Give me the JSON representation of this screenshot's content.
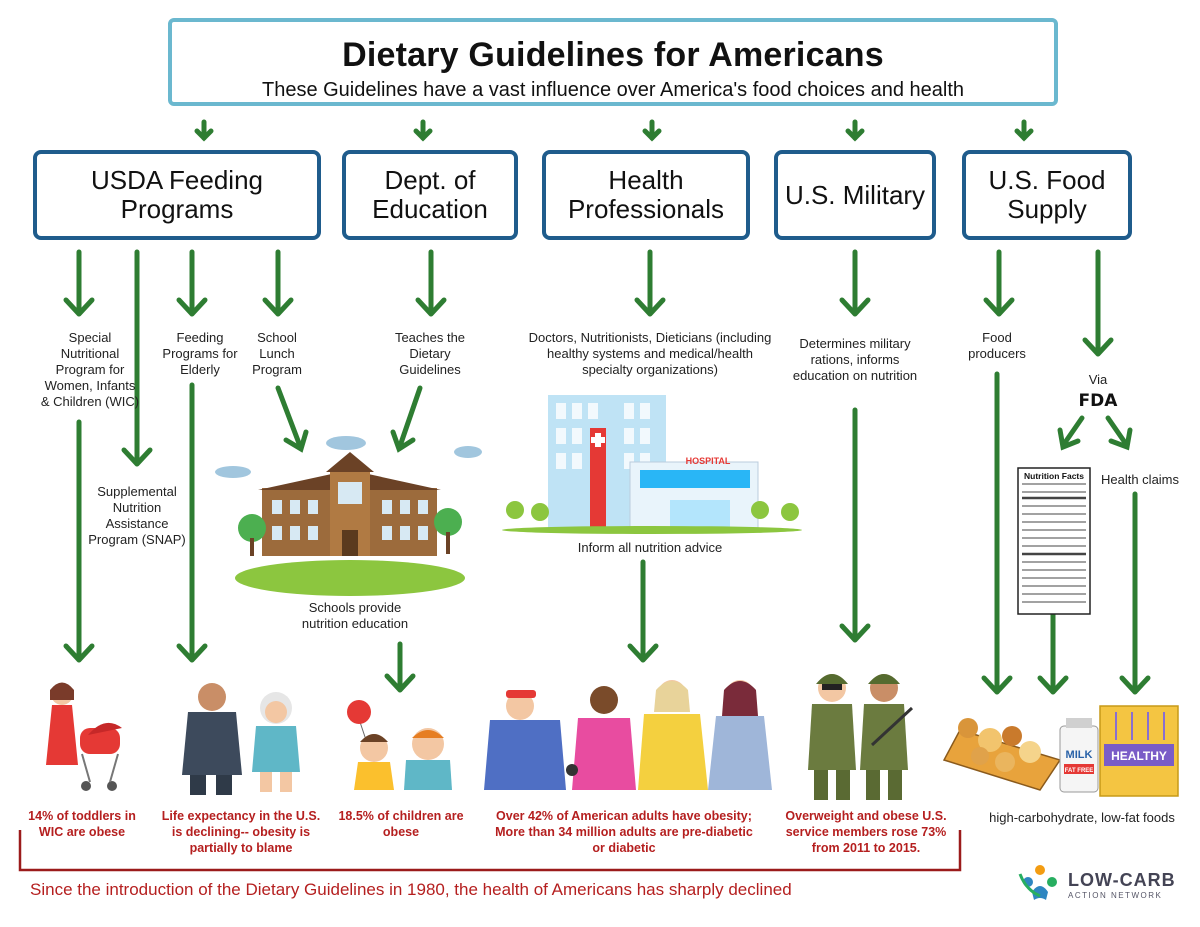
{
  "header": {
    "title": "Dietary Guidelines for Americans",
    "subtitle": "These Guidelines have a vast influence over America's food choices and health"
  },
  "categories": {
    "usda": "USDA Feeding Programs",
    "education": "Dept. of Education",
    "health": "Health Professionals",
    "military": "U.S. Military",
    "food": "U.S. Food Supply"
  },
  "labels": {
    "wic": "Special Nutritional Program for Women, Infants & Children (WIC)",
    "snap": "Supplemental Nutrition Assistance Program (SNAP)",
    "elderly": "Feeding Programs for Elderly",
    "school_lunch": "School Lunch Program",
    "teaches": "Teaches the Dietary Guidelines",
    "schools_provide": "Schools provide nutrition education",
    "doctors": "Doctors, Nutritionists, Dieticians (including healthy systems and medical/health specialty organizations)",
    "hospital_sign": "HOSPITAL",
    "inform": "Inform all nutrition advice",
    "military_rations": "Determines military rations, informs education on nutrition",
    "food_producers": "Food producers",
    "via": "Via",
    "fda": "FDA",
    "nutrition_facts": "Nutrition Facts",
    "health_claims": "Health claims",
    "milk": "MILK",
    "fat_free": "FAT FREE",
    "healthy": "HEALTHY",
    "high_carb": "high-carbohydrate, low-fat foods"
  },
  "stats": {
    "toddlers": "14% of toddlers in WIC are obese",
    "life_expectancy": "Life expectancy in the U.S. is declining-- obesity is partially to blame",
    "children": "18.5% of children are obese",
    "adults": "Over 42% of American adults have obesity; More than 34 million adults are pre-diabetic or diabetic",
    "service_members": "Overweight and obese U.S. service members rose 73% from 2011 to 2015."
  },
  "footer": {
    "conclusion": "Since the introduction of the Dietary Guidelines in 1980, the health of Americans has sharply declined",
    "logo_main": "LOW-CARB",
    "logo_sub": "ACTION NETWORK"
  },
  "colors": {
    "arrow_green": "#2e7d32",
    "title_border": "#6bb8cf",
    "category_border": "#1f5c8c",
    "stat_red": "#b51f1f"
  }
}
